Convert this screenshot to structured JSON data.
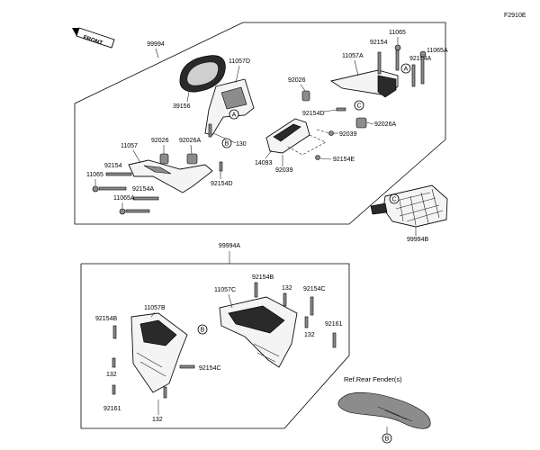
{
  "figure_code": "F2910E",
  "front_label": "FRONT",
  "ref_note": "Ref.Rear Fender(s)",
  "assemblies": {
    "upper": "99994",
    "lower": "99994A",
    "carrier": "99994B"
  },
  "callouts": {
    "A": "A",
    "B": "B",
    "C": "C"
  },
  "labels": {
    "u_11057D": "11057D",
    "u_39156": "39156",
    "u_92026_left": "92026",
    "u_92026A_left": "92026A",
    "u_130": "130",
    "u_11057": "11057",
    "u_92154_left": "92154",
    "u_11065_left": "11065",
    "u_92154A_left": "92154A",
    "u_11065A_left": "11065A",
    "u_92154D": "92154D",
    "u_14093": "14093",
    "u_92039_low": "92039",
    "u_92154E": "92154E",
    "u_92039_right": "92039",
    "u_92154D_mid": "92154D",
    "u_92026_mid": "92026",
    "u_92026A_right": "92026A",
    "u_11057A": "11057A",
    "u_92154_right": "92154",
    "u_11065_right": "11065",
    "u_92154A_right": "92154A",
    "u_11065A_right": "11065A",
    "l_92154B_top": "92154B",
    "l_132_top": "132",
    "l_92154C_top": "92154C",
    "l_11057C": "11057C",
    "l_11057B": "11057B",
    "l_92154B_left": "92154B",
    "l_92161_right": "92161",
    "l_132_mid": "132",
    "l_92154C_mid": "92154C",
    "l_132_left": "132",
    "l_92161_left": "92161",
    "l_132_bottom": "132"
  }
}
